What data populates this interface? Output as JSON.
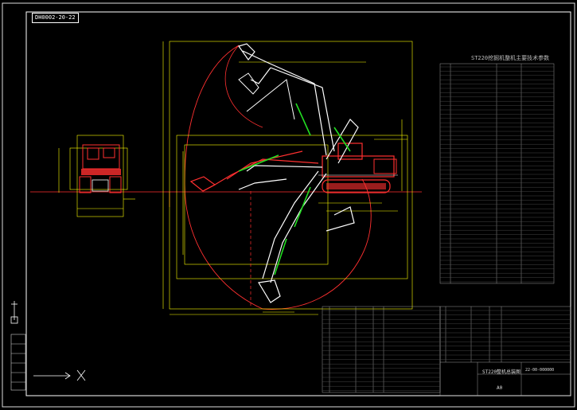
{
  "title_block_code": "DH0002-20-22",
  "spec_table": {
    "title": "ST220挖掘机整机主要技术参数"
  },
  "bom_table": {
    "title": "ST220整机总装图",
    "drawing_no": "22-00-000000",
    "scale": "A0"
  },
  "colors": {
    "background": "#000000",
    "frame": "#ffffff",
    "dimension": "#ffff00",
    "envelope": "#ff0000",
    "machine_red": "#ff3030",
    "boom_white": "#ffffff",
    "cylinder_green": "#22dd22",
    "table_lines": "#bbbbbb"
  }
}
